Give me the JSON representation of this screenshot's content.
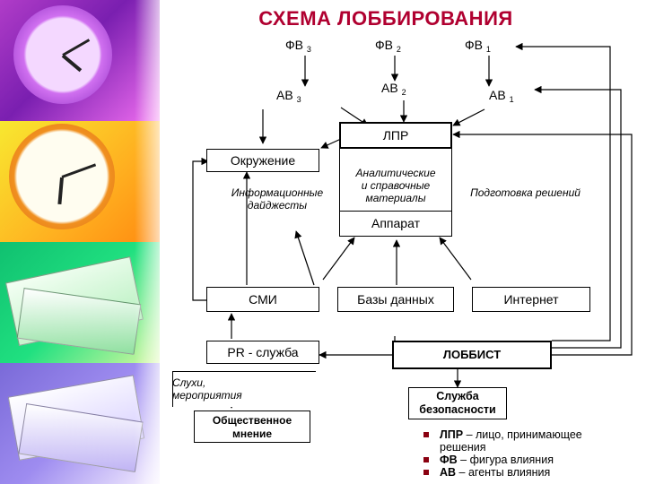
{
  "title": "СХЕМА ЛОББИРОВАНИЯ",
  "fv": [
    {
      "main": "ФВ",
      "sub": "3"
    },
    {
      "main": "ФВ",
      "sub": "2"
    },
    {
      "main": "ФВ",
      "sub": "1"
    }
  ],
  "av": [
    {
      "main": "АВ",
      "sub": "3"
    },
    {
      "main": "АВ",
      "sub": "2"
    },
    {
      "main": "АВ",
      "sub": "1"
    }
  ],
  "lpr": "ЛПР",
  "okruzhenie": "Окружение",
  "info_digests_1": "Информационные",
  "info_digests_2": "дайджесты",
  "analytic_1": "Аналитические",
  "analytic_2": "и справочные",
  "analytic_3": "материалы",
  "podgotovka": "Подготовка решений",
  "apparat": "Аппарат",
  "smi": "СМИ",
  "bazy": "Базы данных",
  "internet": "Интернет",
  "pr": "PR - служба",
  "lobbist": "ЛОББИСТ",
  "sluhi_1": "Слухи,",
  "sluhi_2": "мероприятия",
  "opinion_1": "Общественное",
  "opinion_2": "мнение",
  "security_1": "Служба",
  "security_2": "безопасности",
  "legend": [
    {
      "abbr": "ЛПР",
      "text": " – лицо, принимающее",
      "cont": "решения"
    },
    {
      "abbr": "ФВ",
      "text": " – фигура влияния",
      "cont": ""
    },
    {
      "abbr": "АВ",
      "text": " – агенты влияния",
      "cont": ""
    }
  ]
}
